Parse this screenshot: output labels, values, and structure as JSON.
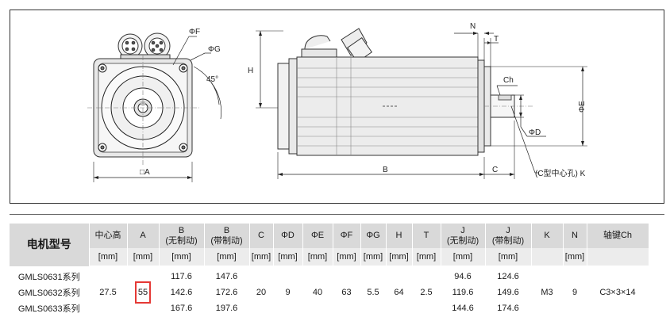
{
  "drawing": {
    "labels": {
      "phi_f": "ΦF",
      "phi_g": "ΦG",
      "angle": "45°",
      "square_a": "□A",
      "h": "H",
      "n": "N",
      "t": "T",
      "ch": "Ch",
      "phi_e": "ΦE",
      "phi_d": "ΦD",
      "b": "B",
      "c": "C",
      "center_hole": "(C型中心孔) K"
    }
  },
  "table": {
    "model_header": "电机型号",
    "headers": [
      {
        "line1": "中心高",
        "line2": ""
      },
      {
        "line1": "A",
        "line2": ""
      },
      {
        "line1": "B",
        "line2": "(无制动)"
      },
      {
        "line1": "B",
        "line2": "(带制动)"
      },
      {
        "line1": "C",
        "line2": ""
      },
      {
        "line1": "ΦD",
        "line2": ""
      },
      {
        "line1": "ΦE",
        "line2": ""
      },
      {
        "line1": "ΦF",
        "line2": ""
      },
      {
        "line1": "ΦG",
        "line2": ""
      },
      {
        "line1": "H",
        "line2": ""
      },
      {
        "line1": "T",
        "line2": ""
      },
      {
        "line1": "J",
        "line2": "(无制动)"
      },
      {
        "line1": "J",
        "line2": "(带制动)"
      },
      {
        "line1": "K",
        "line2": ""
      },
      {
        "line1": "N",
        "line2": ""
      },
      {
        "line1": "轴键Ch",
        "line2": ""
      }
    ],
    "units": [
      "[mm]",
      "[mm]",
      "[mm]",
      "[mm]",
      "[mm]",
      "[mm]",
      "[mm]",
      "[mm]",
      "[mm]",
      "[mm]",
      "[mm]",
      "[mm]",
      "[mm]",
      "",
      "[mm]",
      ""
    ],
    "models": [
      "GMLS0631系列",
      "GMLS0632系列",
      "GMLS0633系列"
    ],
    "center_height": "27.5",
    "a": "55",
    "b_no_brake": [
      "117.6",
      "142.6",
      "167.6"
    ],
    "b_brake": [
      "147.6",
      "172.6",
      "197.6"
    ],
    "c": "20",
    "d": "9",
    "e": "40",
    "f": "63",
    "g": "5.5",
    "h": "64",
    "t": "2.5",
    "j_no_brake": [
      "94.6",
      "119.6",
      "144.6"
    ],
    "j_brake": [
      "124.6",
      "149.6",
      "174.6"
    ],
    "k": "M3",
    "n": "9",
    "key_ch": "C3×3×14"
  }
}
